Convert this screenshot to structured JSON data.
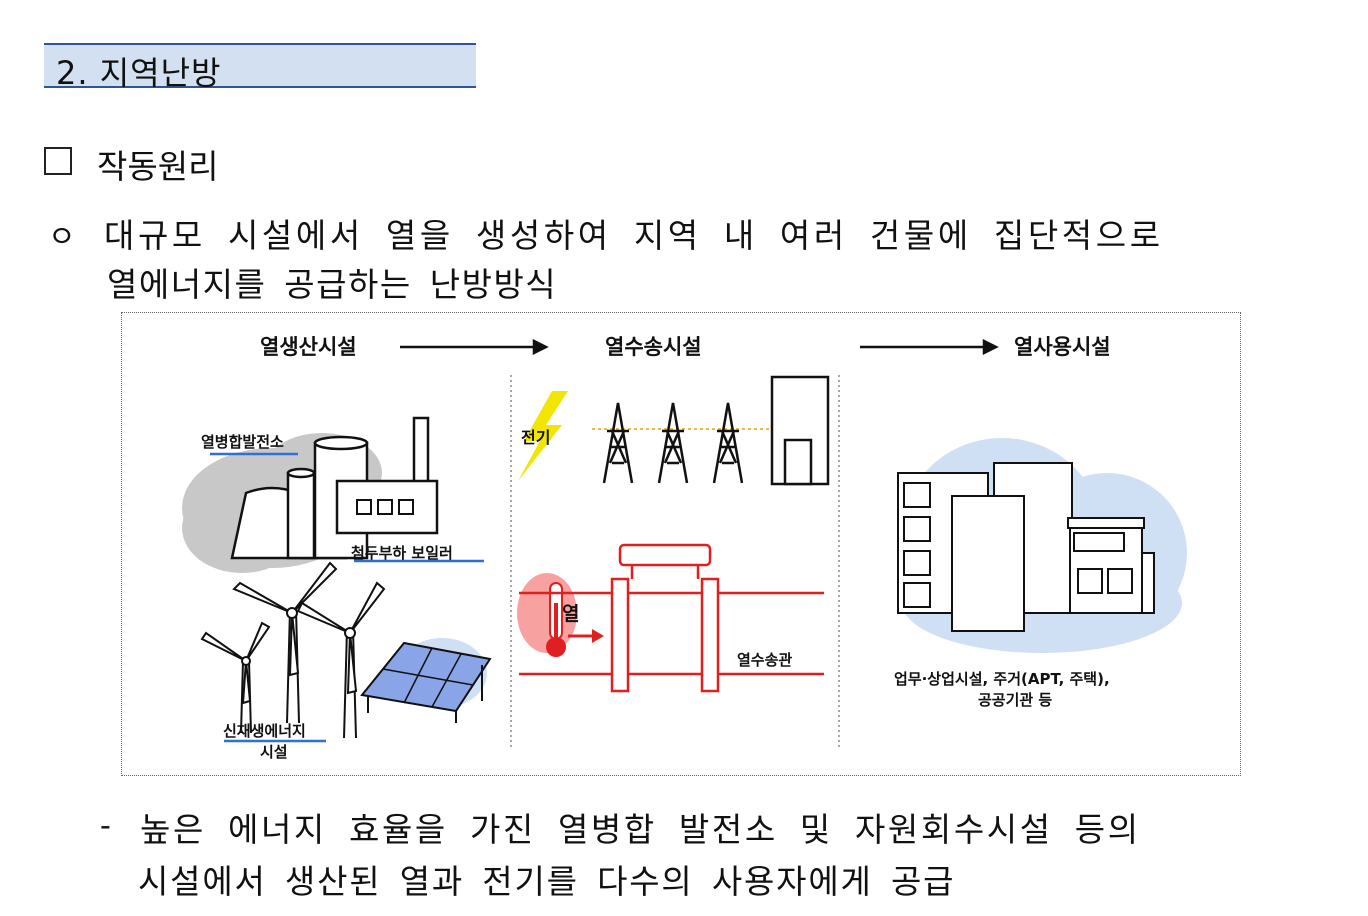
{
  "section": {
    "title": "2. 지역난방"
  },
  "heading": {
    "label": "작동원리"
  },
  "bullet": {
    "symbol": "ㅇ",
    "line1": "대규모 시설에서 열을 생성하여 지역 내 여러 건물에 집단적으로",
    "line2": "열에너지를 공급하는 난방방식"
  },
  "diagram": {
    "stage_production": "열생산시설",
    "stage_transport": "열수송시설",
    "stage_use": "열사용시설",
    "chp_plant": "열병합발전소",
    "peak_boiler": "첨두부하 보일러",
    "renewable_line1": "신재생에너지",
    "renewable_line2": "시설",
    "electricity": "전기",
    "heat": "열",
    "heat_pipe": "열수송관",
    "users_line1": "업무·상업시설, 주거(APT, 주택),",
    "users_line2": "공공기관 등",
    "colors": {
      "pipe": "#e02020",
      "lightning": "#f2e600",
      "cloud_gray": "#c8c8c8",
      "cloud_blue": "#cfe0f5",
      "underline": "#2f6fd6"
    }
  },
  "sub": {
    "dash": "-",
    "line1": "높은 에너지 효율을 가진 열병합 발전소 및 자원회수시설 등의",
    "line2": "시설에서 생산된 열과 전기를 다수의 사용자에게 공급"
  }
}
